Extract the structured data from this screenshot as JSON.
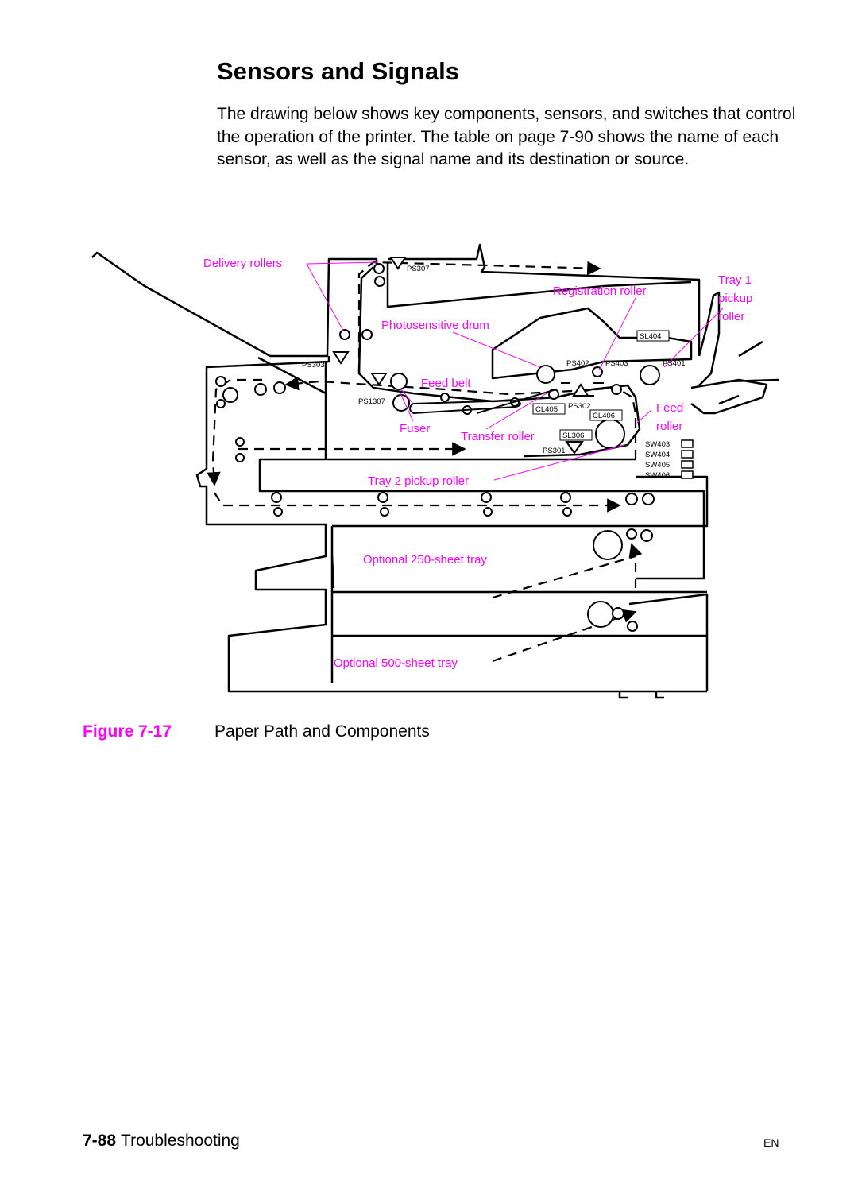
{
  "page": {
    "heading": "Sensors and Signals",
    "intro": "The drawing below shows key components, sensors, and switches that control the operation of the printer. The table on page 7-90 shows the name of each sensor, as well as the signal name and its destination or source.",
    "figure_number": "Figure 7-17",
    "figure_title": "Paper Path and Components",
    "footer_page": "7-88",
    "footer_section": "Troubleshooting",
    "footer_lang": "EN"
  },
  "figure": {
    "label_color": "#ff00ff",
    "labels": {
      "delivery_rollers": "Delivery rollers",
      "registration_roller": "Registration roller",
      "tray1_line1": "Tray 1",
      "tray1_line2": "pickup",
      "tray1_line3": "roller",
      "photosensitive_drum": "Photosensitive drum",
      "feed_belt": "Feed belt",
      "fuser": "Fuser",
      "transfer_roller": "Transfer roller",
      "feed_roller_line1": "Feed",
      "feed_roller_line2": "roller",
      "tray2_pickup_roller": "Tray 2 pickup roller",
      "optional_250": "Optional 250-sheet tray",
      "optional_500": "Optional 500-sheet tray"
    },
    "codes": {
      "ps307": "PS307",
      "ps303": "PS303",
      "ps1307": "PS1307",
      "sl404": "SL404",
      "ps402": "PS402",
      "ps403": "PS403",
      "ps401": "PS401",
      "cl405": "CL405",
      "ps302": "PS302",
      "cl406": "CL406",
      "sl306": "SL306",
      "ps301": "PS301",
      "sw403": "SW403",
      "sw404": "SW404",
      "sw405": "SW405",
      "sw406": "SW406"
    }
  }
}
